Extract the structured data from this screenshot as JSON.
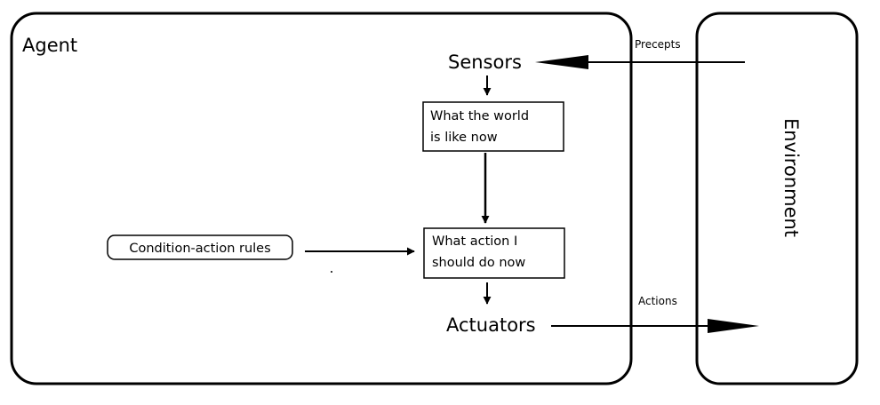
{
  "agent_label": "Agent",
  "environment_label": "Environment",
  "sensors_label": "Sensors",
  "actuators_label": "Actuators",
  "percepts_label": "Precepts",
  "actions_label": "Actions",
  "state_box": {
    "line1": "What the world",
    "line2": "is like now"
  },
  "action_box": {
    "line1": "What action I",
    "line2": "should do now"
  },
  "rules_label": "Condition-action rules"
}
